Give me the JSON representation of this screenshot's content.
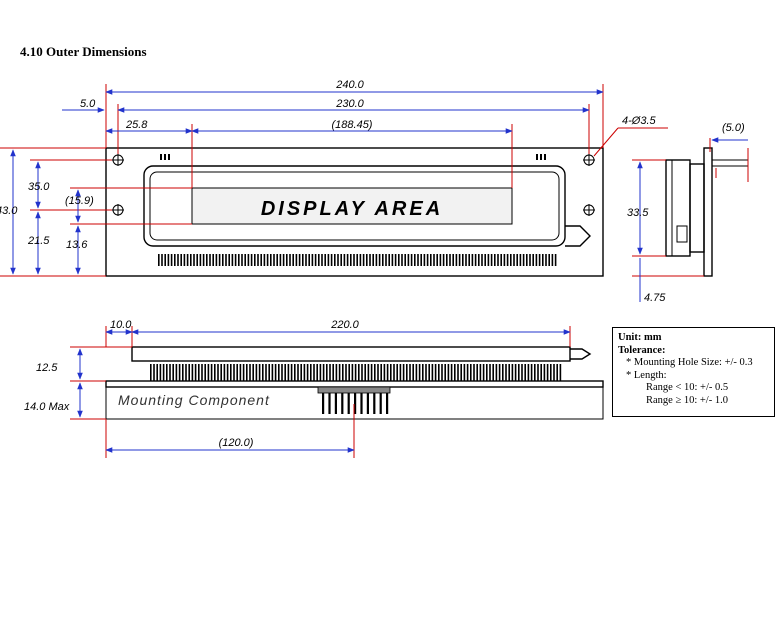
{
  "title": "4.10 Outer Dimensions",
  "display_label": "DISPLAY AREA",
  "mounting_label": "Mounting  Component",
  "dimensions": {
    "overall_width": "240.0",
    "hole_pitch": "230.0",
    "hole_offset": "5.0",
    "display_offset": "25.8",
    "display_width": "(188.45)",
    "holes": "4-Ø3.5",
    "side_offset": "(5.0)",
    "overall_height": "43.0",
    "upper_height": "35.0",
    "display_height": "(15.9)",
    "lower_height": "21.5",
    "lower_inner": "13.6",
    "side_height": "33.5",
    "side_bottom": "4.75",
    "pin_offset": "10.0",
    "pin_span": "220.0",
    "pcb_height": "12.5",
    "max_height": "14.0 Max",
    "component_center": "(120.0)"
  },
  "notes": {
    "unit": "Unit: mm",
    "tolerance": "Tolerance:",
    "hole_size": "* Mounting Hole Size: +/- 0.3",
    "length": "* Length:",
    "range1": "Range < 10: +/- 0.5",
    "range2": "Range ≥ 10: +/- 1.0"
  }
}
